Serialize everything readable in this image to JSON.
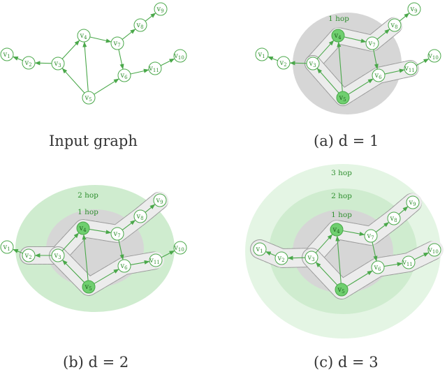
{
  "colors": {
    "edge": "#4aa84a",
    "node_fill": "#ffffff",
    "node_stroke": "#4aa84a",
    "seed_fill": "#6fcf6f",
    "label_text": "#2f8f2f",
    "hop1_fill": "#d6d6d6",
    "hop2_fill": "#cfeccf",
    "hop3_fill": "#e4f5e4",
    "path_fill": "#ececec",
    "path_stroke": "#9a9a9a"
  },
  "nodes": [
    {
      "id": "v1",
      "base": "v",
      "sub": "1"
    },
    {
      "id": "v2",
      "base": "v",
      "sub": "2"
    },
    {
      "id": "v3",
      "base": "v",
      "sub": "3"
    },
    {
      "id": "v4",
      "base": "v",
      "sub": "4"
    },
    {
      "id": "v5",
      "base": "v",
      "sub": "5"
    },
    {
      "id": "v6",
      "base": "v",
      "sub": "6"
    },
    {
      "id": "v7",
      "base": "v",
      "sub": "7"
    },
    {
      "id": "v8",
      "base": "v",
      "sub": "8"
    },
    {
      "id": "v9",
      "base": "v",
      "sub": "9"
    },
    {
      "id": "v10",
      "base": "v",
      "sub": "10"
    },
    {
      "id": "v11",
      "base": "v",
      "sub": "11"
    }
  ],
  "edges": [
    [
      "v2",
      "v1"
    ],
    [
      "v3",
      "v2"
    ],
    [
      "v3",
      "v4"
    ],
    [
      "v4",
      "v7"
    ],
    [
      "v7",
      "v8"
    ],
    [
      "v8",
      "v9"
    ],
    [
      "v7",
      "v6"
    ],
    [
      "v6",
      "v11"
    ],
    [
      "v11",
      "v10"
    ],
    [
      "v5",
      "v3"
    ],
    [
      "v5",
      "v4"
    ],
    [
      "v5",
      "v6"
    ]
  ],
  "panels": [
    {
      "key": "input",
      "caption": "Input graph",
      "hop_labels": [],
      "seeds": []
    },
    {
      "key": "a",
      "caption": "(a) d = 1",
      "hop_labels": [
        "1 hop"
      ],
      "seeds": [
        "v4",
        "v5"
      ]
    },
    {
      "key": "b",
      "caption": "(b) d = 2",
      "hop_labels": [
        "1 hop",
        "2 hop"
      ],
      "seeds": [
        "v4",
        "v5"
      ]
    },
    {
      "key": "c",
      "caption": "(c) d = 3",
      "hop_labels": [
        "1 hop",
        "2 hop",
        "3 hop"
      ],
      "seeds": [
        "v4",
        "v5"
      ]
    }
  ]
}
